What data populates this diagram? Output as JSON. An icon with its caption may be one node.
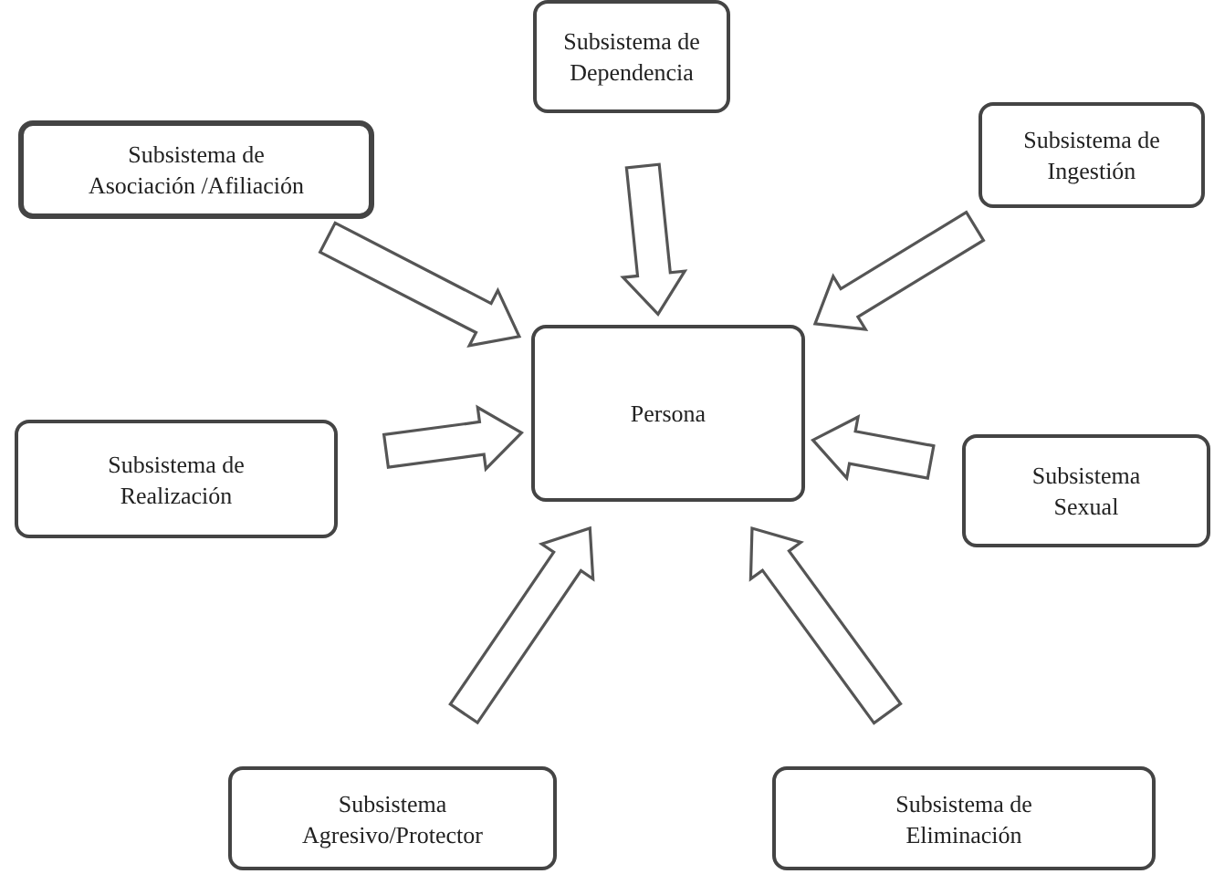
{
  "diagram": {
    "nodes": [
      {
        "text": [
          "Subsistema de Dependencia"
        ]
      },
      {
        "text": [
          "Subsistema de Asociación /Afiliación"
        ]
      },
      {
        "text": [
          "Subsistema de Ingestión"
        ]
      },
      {
        "text": [
          "Persona"
        ]
      },
      {
        "text": [
          "Subsistema de Realización"
        ]
      },
      {
        "text": [
          "Subsistema Sexual"
        ]
      },
      {
        "text": [
          "Subsistema Agresivo/Protector"
        ]
      },
      {
        "text": [
          "Subsistema de Eliminación"
        ]
      }
    ],
    "edges": [
      {
        "from": 0,
        "to": 3,
        "arrow": "to"
      },
      {
        "from": 1,
        "to": 3,
        "arrow": "to"
      },
      {
        "from": 2,
        "to": 3,
        "arrow": "to"
      },
      {
        "from": 4,
        "to": 3,
        "arrow": "to"
      },
      {
        "from": 5,
        "to": 3,
        "arrow": "to"
      },
      {
        "from": 6,
        "to": 3,
        "arrow": "to"
      },
      {
        "from": 7,
        "to": 3,
        "arrow": "to"
      }
    ]
  }
}
